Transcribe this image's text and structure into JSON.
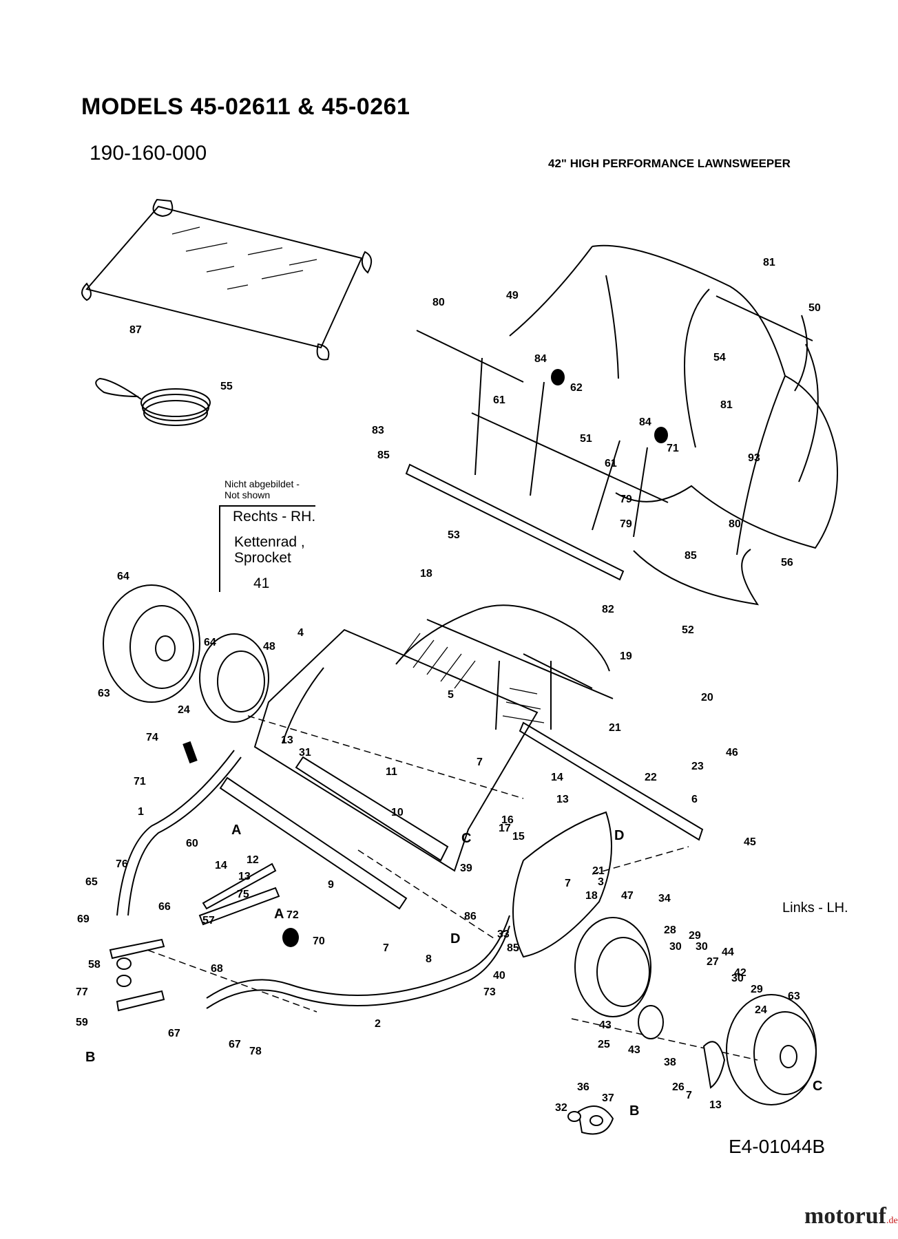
{
  "header": {
    "title": "MODELS 45-02611 & 45-0261",
    "part_number": "190-160-000",
    "subtitle": "42\" HIGH PERFORMANCE LAWNSWEEPER"
  },
  "note": {
    "not_shown": "Nicht abgebildet -\nNot shown",
    "side": "Rechts - RH.",
    "part_name_de": "Kettenrad ,",
    "part_name_en": "Sprocket",
    "part_ref": "41"
  },
  "left_hand_label": "Links - LH.",
  "drawing_number": "E4-01044B",
  "watermark": {
    "brand": "motoruf",
    "tld": ".de"
  },
  "callouts": [
    "87",
    "55",
    "80",
    "49",
    "81",
    "50",
    "54",
    "84",
    "62",
    "61",
    "51",
    "83",
    "85",
    "81",
    "84",
    "71",
    "93",
    "61",
    "79",
    "79",
    "80",
    "53",
    "85",
    "56",
    "82",
    "52",
    "18",
    "19",
    "64",
    "48",
    "4",
    "5",
    "64",
    "24",
    "63",
    "13",
    "31",
    "74",
    "71",
    "11",
    "7",
    "20",
    "21",
    "46",
    "23",
    "22",
    "14",
    "13",
    "6",
    "45",
    "1",
    "60",
    "A",
    "10",
    "12",
    "14",
    "13",
    "C",
    "17",
    "16",
    "15",
    "D",
    "21",
    "3",
    "76",
    "65",
    "9",
    "39",
    "7",
    "18",
    "47",
    "34",
    "75",
    "A",
    "66",
    "72",
    "69",
    "57",
    "70",
    "7",
    "8",
    "86",
    "33",
    "D",
    "85",
    "28",
    "29",
    "30",
    "30",
    "44",
    "27",
    "42",
    "58",
    "68",
    "40",
    "73",
    "30",
    "77",
    "29",
    "24",
    "63",
    "59",
    "67",
    "2",
    "43",
    "25",
    "43",
    "38",
    "26",
    "7",
    "13",
    "67",
    "78",
    "B",
    "32",
    "36",
    "37",
    "B",
    "C"
  ]
}
